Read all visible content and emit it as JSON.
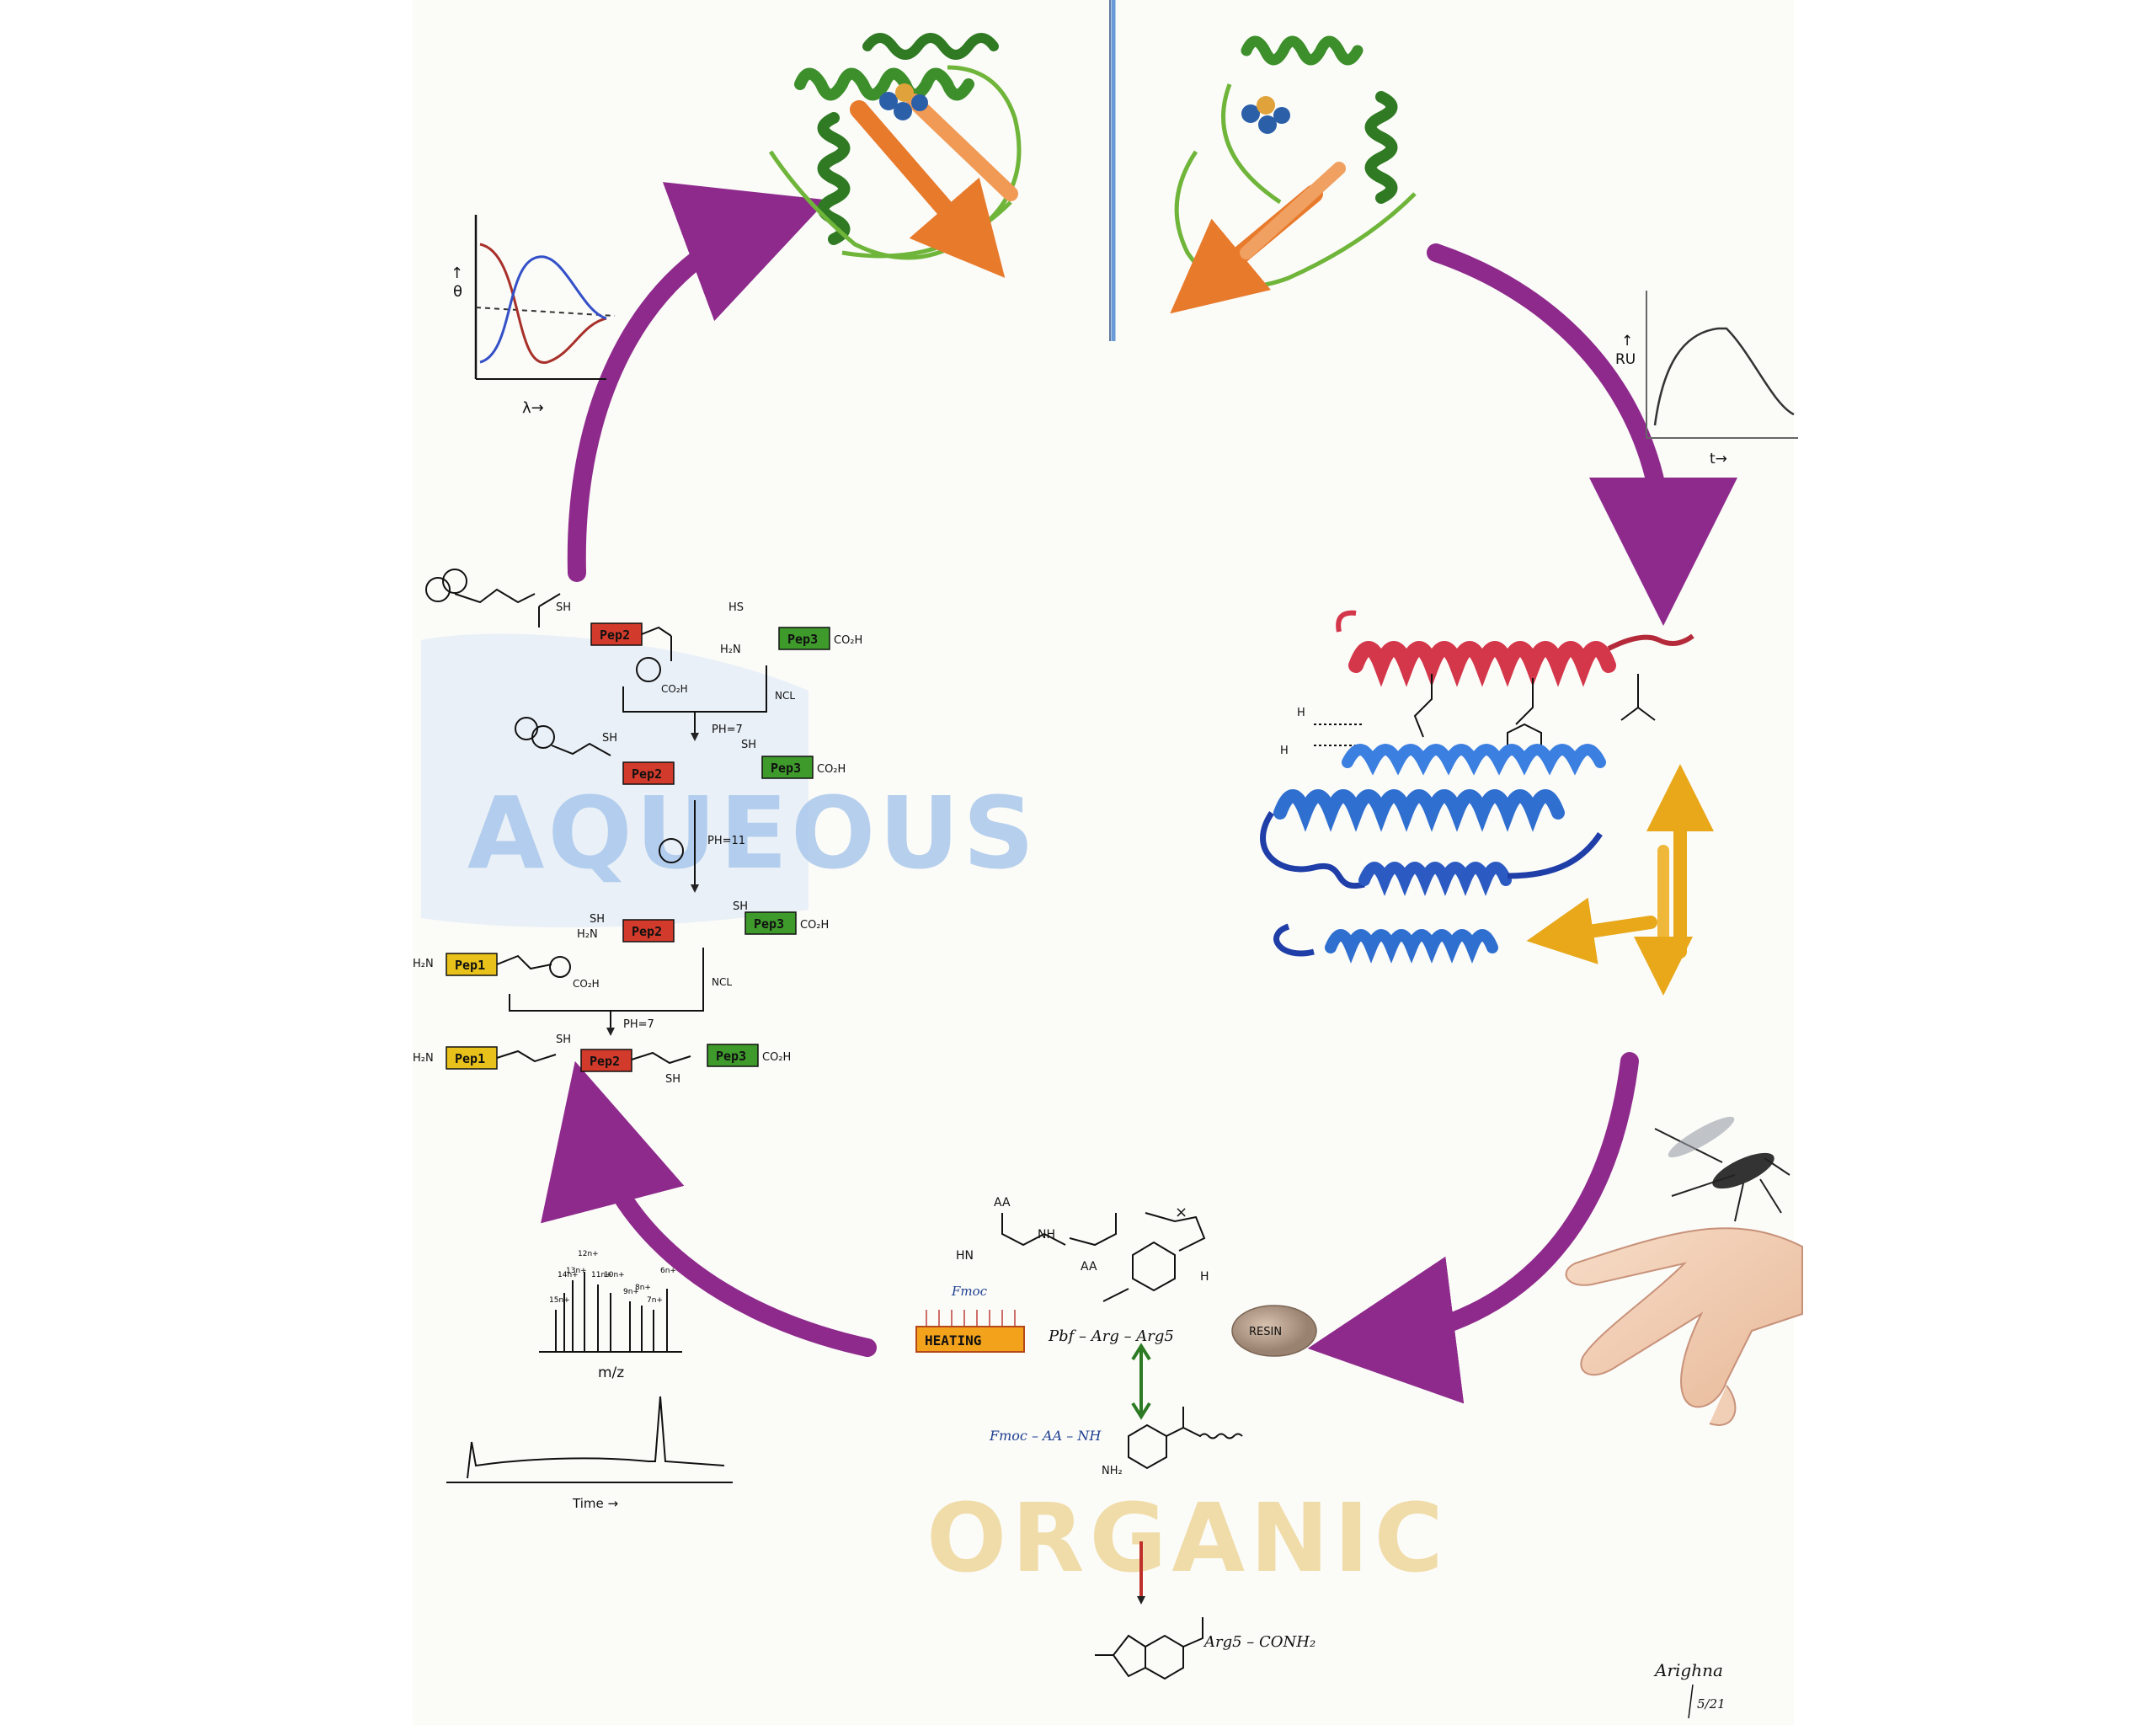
{
  "colors": {
    "cycle_arrow": "#8e2a8c",
    "pep1": "#e8c21a",
    "pep2": "#d23b2b",
    "pep3": "#3f9a2c",
    "aqueous_text": "#a9c8ec",
    "organic_text": "#efd9a0",
    "helix_red": "#d4364a",
    "helix_blue": "#2f6fd0",
    "helix_green": "#3c8f2a",
    "sheet_orange": "#e87a2c",
    "sheet_yellow": "#e8a81a",
    "cd_red": "#a8302a",
    "cd_blue": "#3350c8"
  },
  "labels": {
    "aqueous": "AQUEOUS",
    "organic": "ORGANIC",
    "heating": "HEATING",
    "resin": "RESIN",
    "fmoc": "Fmoc",
    "signature": "Arighna",
    "signature_date": "5/21"
  },
  "cd_plot": {
    "y_label": "θ",
    "x_label": "λ→"
  },
  "spr_plot": {
    "y_label": "RU",
    "x_label": "t→"
  },
  "mass_spec": {
    "x_label": "m/z",
    "peaks": [
      "15n+",
      "14n+",
      "13n+",
      "12n+",
      "11n+",
      "10n+",
      "9n+",
      "8n+",
      "7n+",
      "6n+"
    ]
  },
  "chromatogram": {
    "x_label": "Time →"
  },
  "synthesis": {
    "reagents": {
      "ncl": "NCL",
      "ph7": "PH=7",
      "ph11": "PH=11"
    },
    "pep1": "Pep1",
    "pep2": "Pep2",
    "pep3": "Pep3",
    "h2n": "H₂N",
    "co2h": "CO₂H",
    "sh": "SH",
    "hs": "HS"
  },
  "spps": {
    "aa": "AA",
    "hn": "HN",
    "nh": "NH",
    "h": "H",
    "pbf_arg": "Pbf – Arg – Arg5",
    "fmoc_aa": "Fmoc – AA – NH",
    "nh2": "NH₂",
    "product": "Arg5 – CONH₂"
  }
}
